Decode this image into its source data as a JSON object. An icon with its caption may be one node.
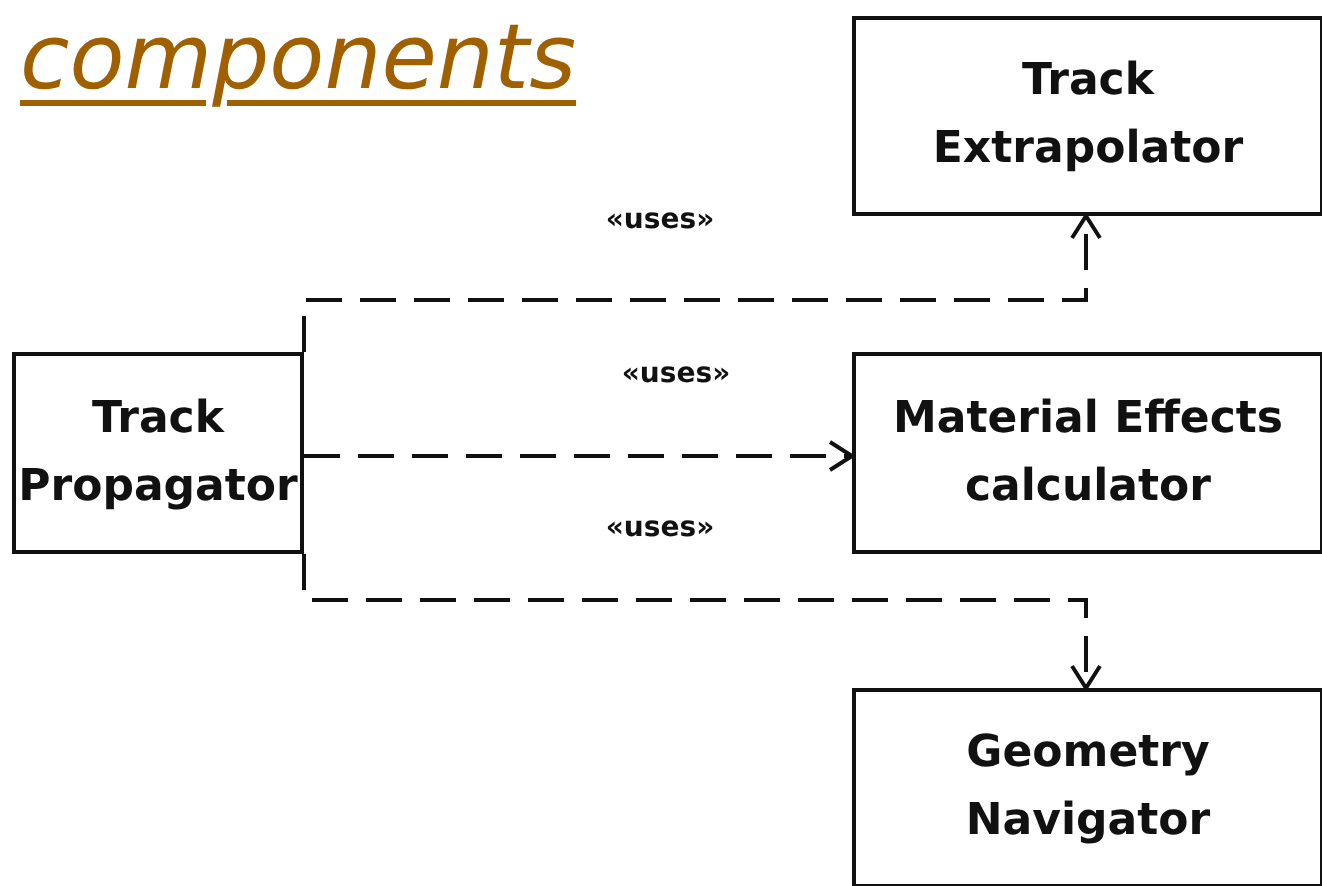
{
  "diagram": {
    "title": "components",
    "nodes": [
      {
        "text": [
          "Track Propagator"
        ]
      },
      {
        "text": [
          "Track Extrapolator"
        ]
      },
      {
        "text": [
          "Material Effects calculator"
        ]
      },
      {
        "text": [
          "Geometry Navigator"
        ]
      }
    ],
    "edges": [
      {
        "from": 0,
        "to": 1,
        "arrow": "to",
        "style": "dashed",
        "label": "«uses»"
      },
      {
        "from": 0,
        "to": 2,
        "arrow": "to",
        "style": "dashed",
        "label": "«uses»"
      },
      {
        "from": 0,
        "to": 3,
        "arrow": "to",
        "style": "dashed",
        "label": "«uses»"
      }
    ]
  }
}
